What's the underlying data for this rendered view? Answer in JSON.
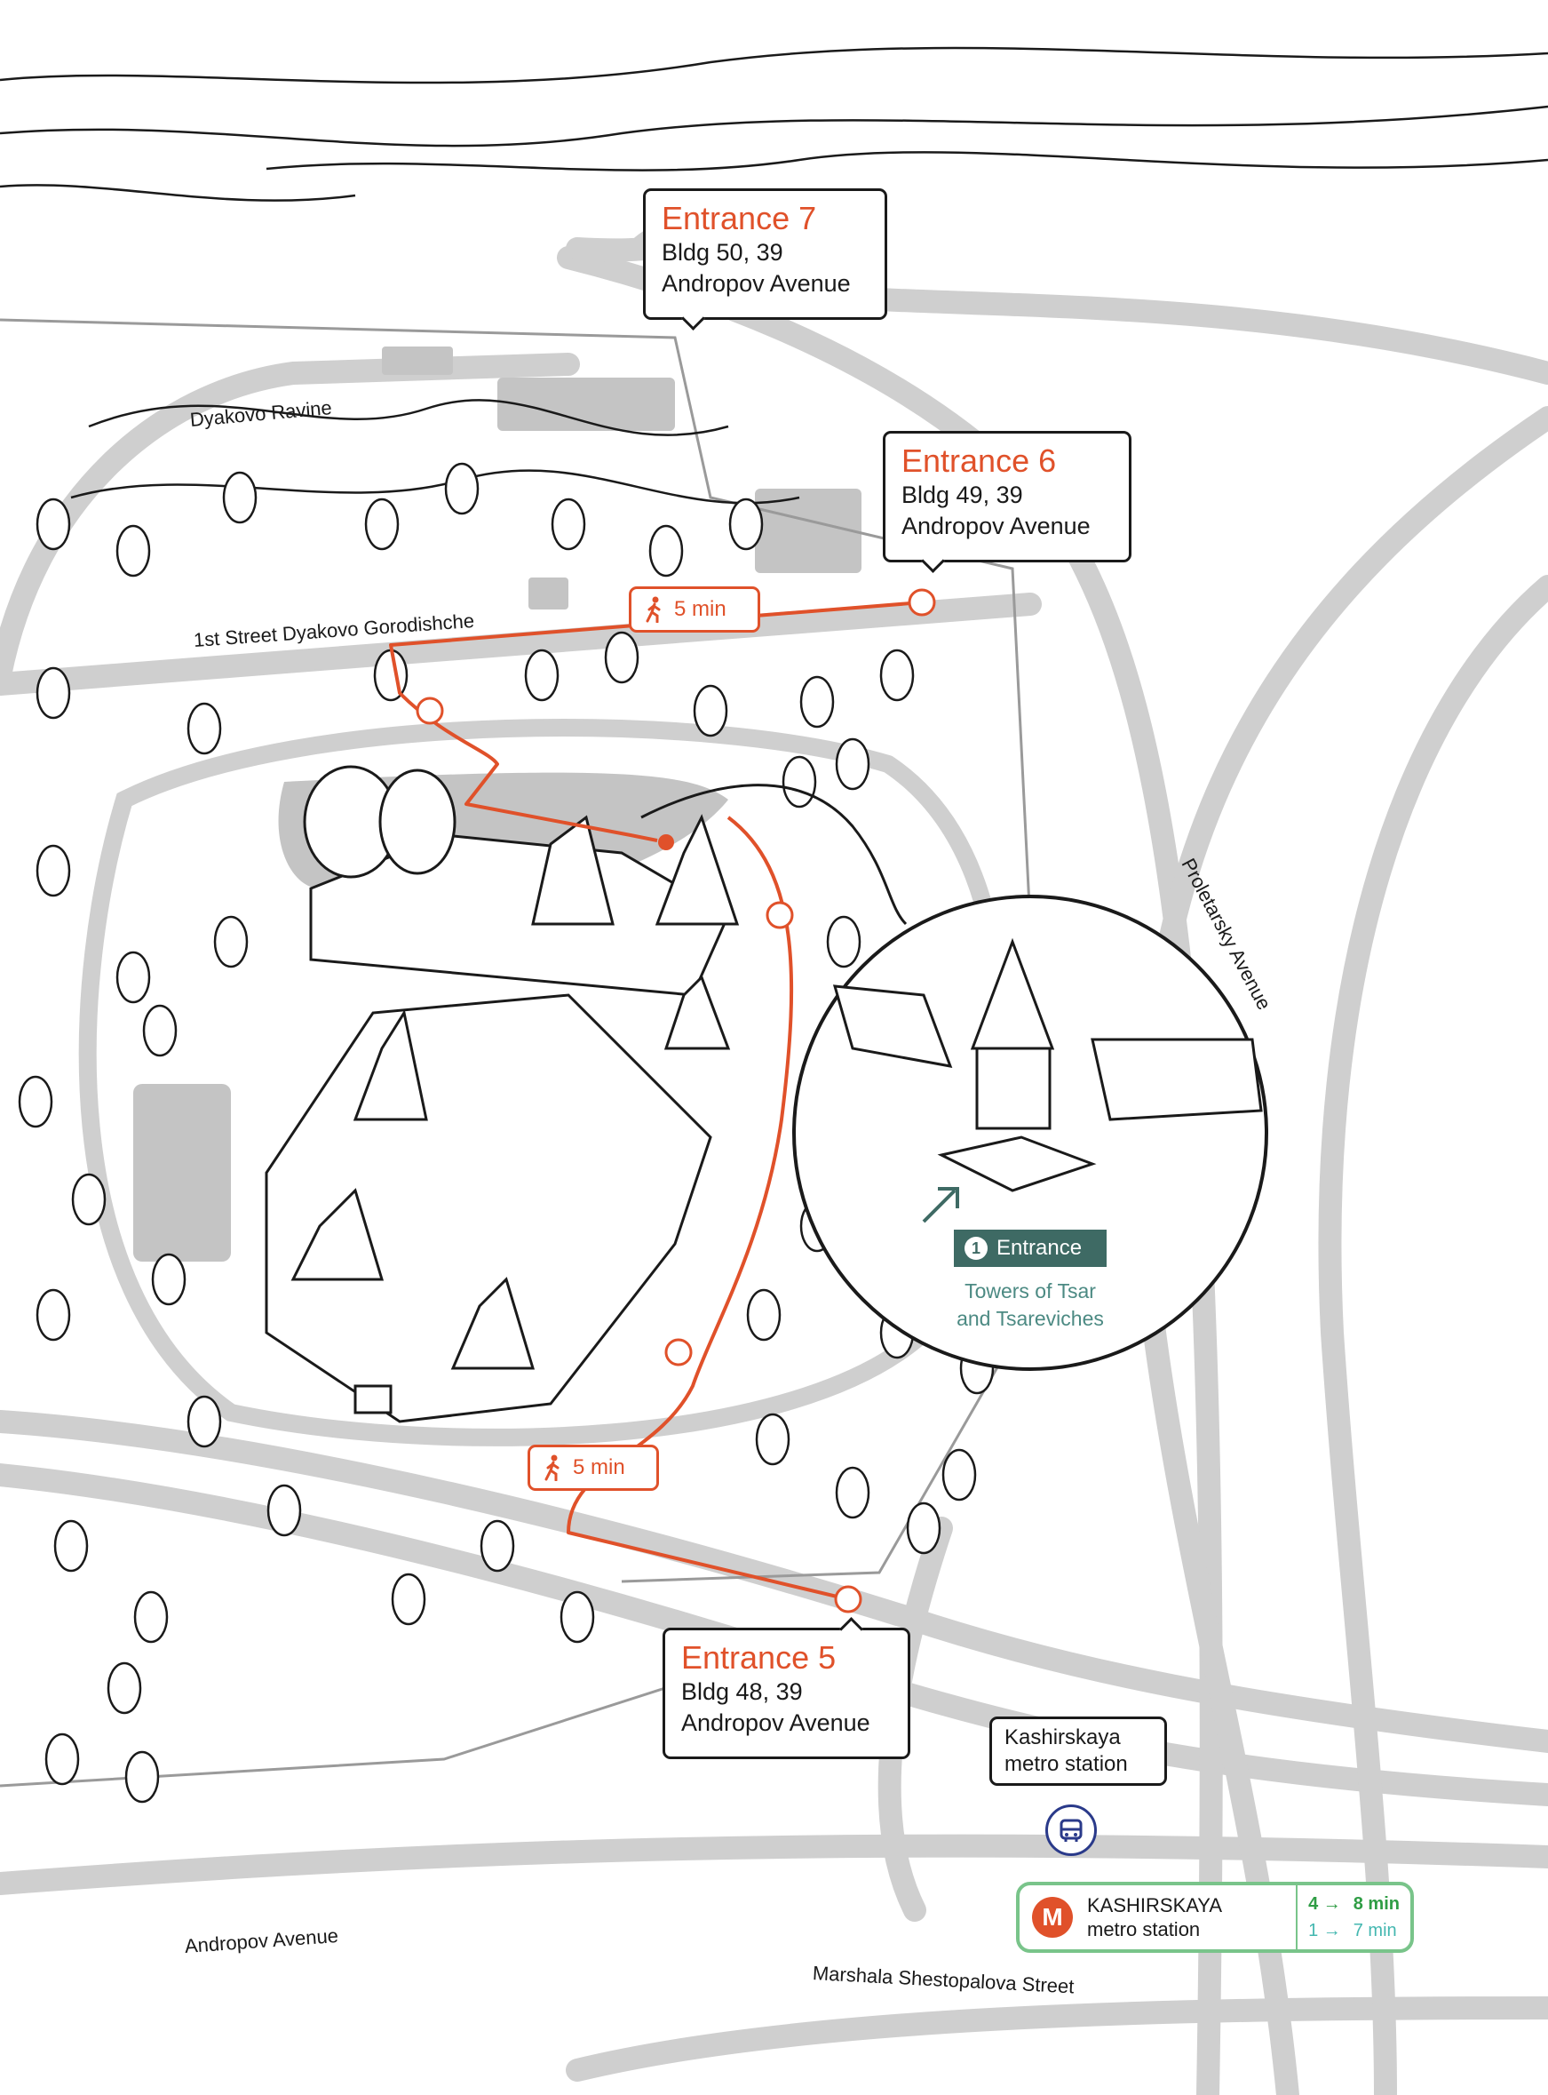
{
  "entrances": [
    {
      "title": "Entrance 7",
      "building": "Bldg 50, 39",
      "street": "Andropov Avenue"
    },
    {
      "title": "Entrance 6",
      "building": "Bldg 49, 39",
      "street": "Andropov Avenue"
    },
    {
      "title": "Entrance 5",
      "building": "Bldg 48, 39",
      "street": "Andropov Avenue"
    }
  ],
  "walks": [
    {
      "label": "5 min",
      "icon": "pedestrian-icon"
    },
    {
      "label": "5 min",
      "icon": "pedestrian-icon"
    }
  ],
  "streets": {
    "ravine": "Dyakovo Ravine",
    "first_street": "1st Street Dyakovo Gorodishche",
    "proletarsky": "Proletarsky Avenue",
    "andropov": "Andropov Avenue",
    "marshala": "Marshala Shestopalova Street"
  },
  "bus_stop": {
    "line1": "Kashirskaya",
    "line2": "metro station",
    "icon": "bus-icon"
  },
  "metro": {
    "logo": "M",
    "name": "KASHIRSKAYA",
    "subtitle": "metro station",
    "routes": [
      {
        "line": "4 →",
        "time": "8 min",
        "color": "#2f9d45"
      },
      {
        "line": "1 →",
        "time": "7 min",
        "color": "#43b7b0"
      }
    ]
  },
  "inset": {
    "badge_number": "1",
    "badge_label": "Entrance",
    "desc_line1": "Towers of Tsar",
    "desc_line2": "and Tsareviches",
    "badge_color": "#3e6a64"
  },
  "colors": {
    "route": "#e0512a",
    "road": "#cfcfcf",
    "line": "#1a1a1a"
  }
}
